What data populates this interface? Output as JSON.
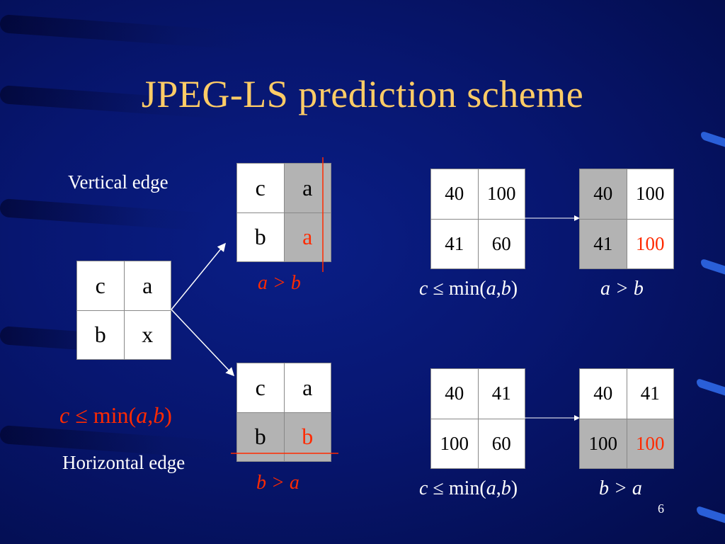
{
  "slide": {
    "title": "JPEG-LS prediction scheme",
    "page_number": "6",
    "vertical_edge_label": "Vertical edge",
    "horizontal_edge_label": "Horizontal edge",
    "condition_left": {
      "c": "c",
      "le": " ≤ ",
      "fn": "min(",
      "a": "a",
      ",": ",",
      "b": "b",
      ")": ")"
    },
    "cond_a_gt_b": "a > b",
    "cond_b_gt_a": "b > a"
  },
  "grids": {
    "center": [
      "c",
      "a",
      "b",
      "x"
    ],
    "vertical": [
      "c",
      "a",
      "b",
      "a"
    ],
    "horizontal": [
      "c",
      "a",
      "b",
      "b"
    ],
    "ex1_before": [
      "40",
      "100",
      "41",
      "60"
    ],
    "ex1_after": [
      "40",
      "100",
      "41",
      "100"
    ],
    "ex2_before": [
      "40",
      "41",
      "100",
      "60"
    ],
    "ex2_after": [
      "40",
      "41",
      "100",
      "100"
    ]
  },
  "colors": {
    "title": "#ffcc66",
    "highlight": "#ff2a00",
    "shade": "#b3b3b3"
  }
}
